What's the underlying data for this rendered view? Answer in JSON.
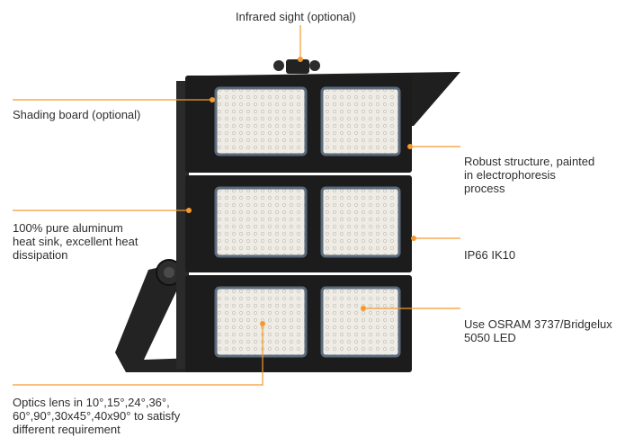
{
  "callouts": {
    "infrared": "Infrared sight (optional)",
    "shading": "Shading board (optional)",
    "robust": "Robust structure, painted\nin electrophoresis\nprocess",
    "heatsink": "100% pure aluminum\nheat sink, excellent heat\ndissipation",
    "ip": "IP66 IK10",
    "led": "Use OSRAM 3737/Bridgelux\n5050 LED",
    "optics": "Optics lens in 10°,15°,24°,36°,\n60°,90°,30x45°,40x90° to satisfy\ndifferent requirement"
  },
  "colors": {
    "accent": "#f39a2e",
    "housing": "#1c1c1c",
    "led_panel": "#e9e6df"
  },
  "illustration": "led-flood-light"
}
